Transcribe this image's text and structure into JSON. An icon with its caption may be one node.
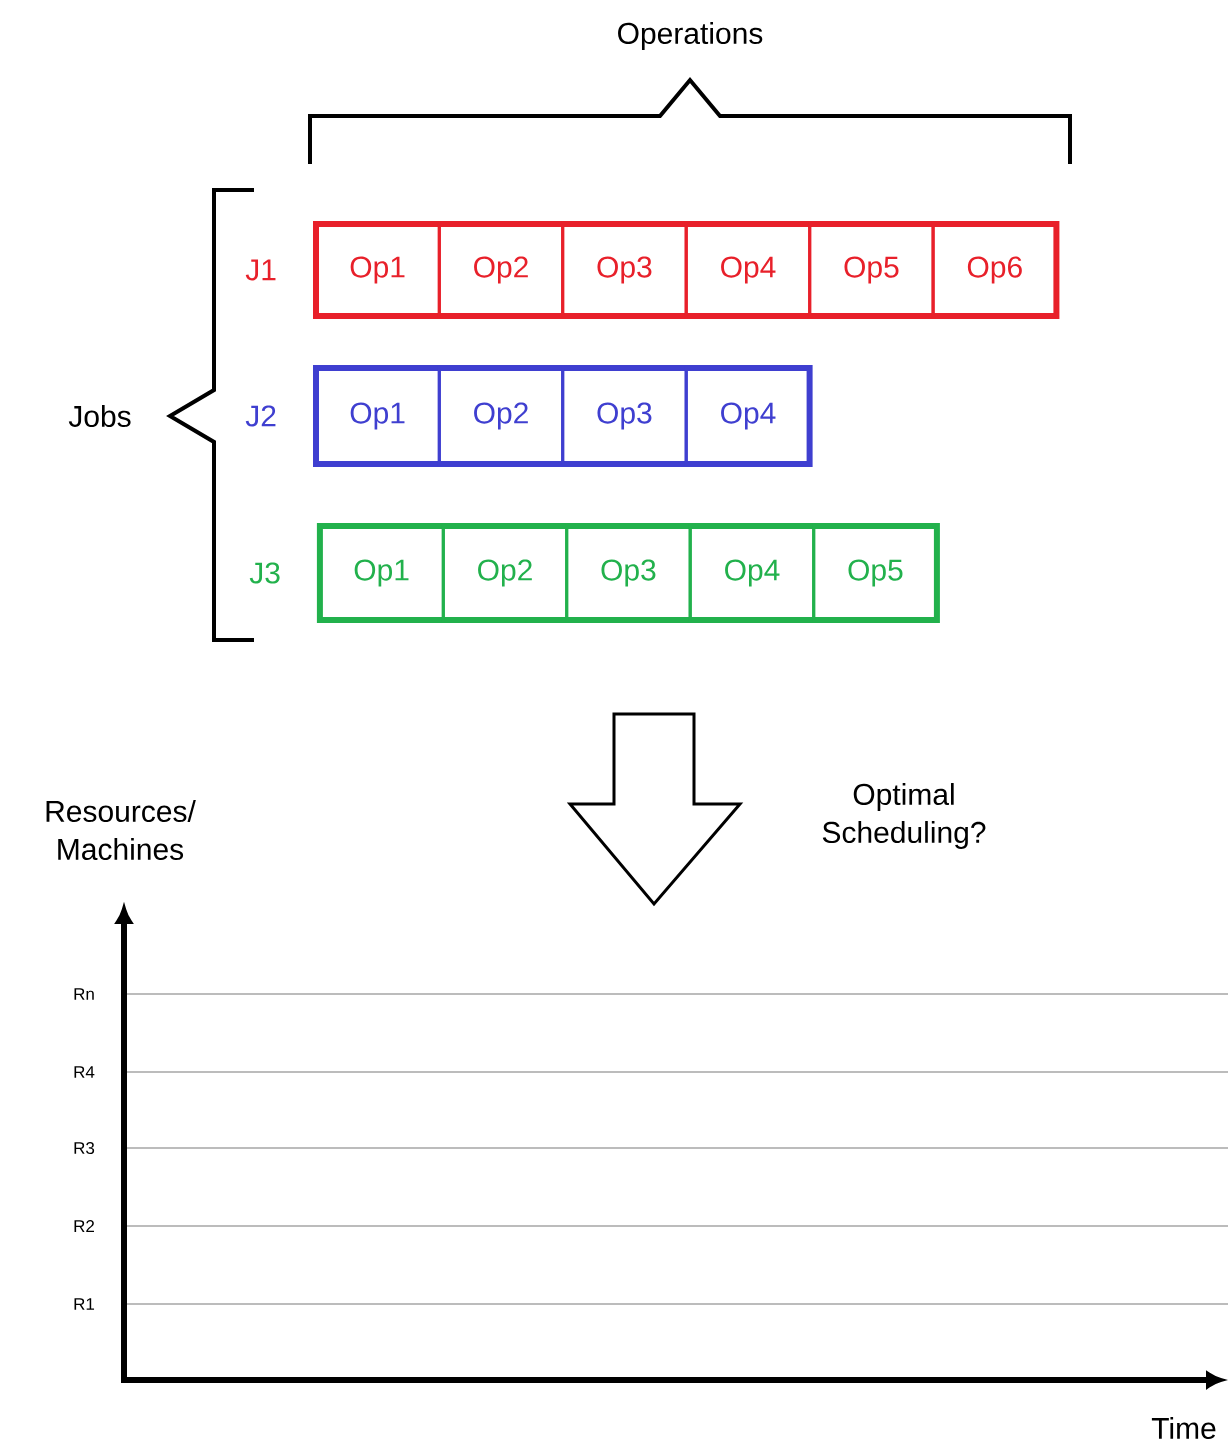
{
  "diagram": {
    "nodes": [
      {
        "text": [],
        "shape": "bar",
        "beside": [
          "J1"
        ]
      },
      {
        "text": [
          "Op1"
        ],
        "in": 0
      },
      {
        "text": [
          "Op2"
        ],
        "in": 0
      },
      {
        "text": [
          "Op3"
        ],
        "in": 0
      },
      {
        "text": [
          "Op4"
        ],
        "in": 0
      },
      {
        "text": [
          "Op5"
        ],
        "in": 0
      },
      {
        "text": [
          "Op6"
        ],
        "in": 0
      },
      {
        "text": [],
        "shape": "bar",
        "beside": [
          "J2"
        ]
      },
      {
        "text": [
          "Op1"
        ],
        "in": 7
      },
      {
        "text": [
          "Op2"
        ],
        "in": 7
      },
      {
        "text": [
          "Op3"
        ],
        "in": 7
      },
      {
        "text": [
          "Op4"
        ],
        "in": 7
      },
      {
        "text": [],
        "shape": "bar",
        "beside": [
          "J3"
        ]
      },
      {
        "text": [
          "Op1"
        ],
        "in": 12
      },
      {
        "text": [
          "Op2"
        ],
        "in": 12
      },
      {
        "text": [
          "Op3"
        ],
        "in": 12
      },
      {
        "text": [
          "Op4"
        ],
        "in": 12
      },
      {
        "text": [
          "Op5"
        ],
        "in": 12
      }
    ],
    "labels": [
      "Operations",
      "Jobs",
      "Optimal Scheduling?",
      "Resources/ Machines",
      "Rn",
      "R4",
      "R3",
      "R2",
      "R1",
      "Time"
    ]
  }
}
